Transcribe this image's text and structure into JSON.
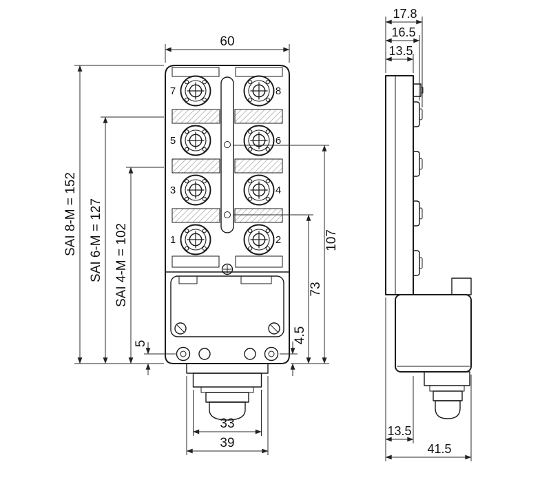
{
  "front": {
    "ports": [
      "7",
      "8",
      "5",
      "6",
      "3",
      "4",
      "1",
      "2"
    ],
    "dims": {
      "width": "60",
      "sai8": "SAI 8-M = 152",
      "sai6": "SAI 6-M = 127",
      "sai4": "SAI 4-M = 102",
      "hole_offset": "5",
      "ref_upper": "107",
      "ref_lower": "73",
      "hole_offset_right": "4.5",
      "gland_width": "33",
      "base_width": "39"
    }
  },
  "side": {
    "dims": {
      "depth_total": "17.8",
      "depth_step": "16.5",
      "depth_body": "13.5",
      "bottom_offset": "13.5",
      "housing_depth": "41.5"
    }
  },
  "colors": {
    "line": "#1a1a1a",
    "hatch": "#9a9a9a",
    "background": "#ffffff"
  }
}
